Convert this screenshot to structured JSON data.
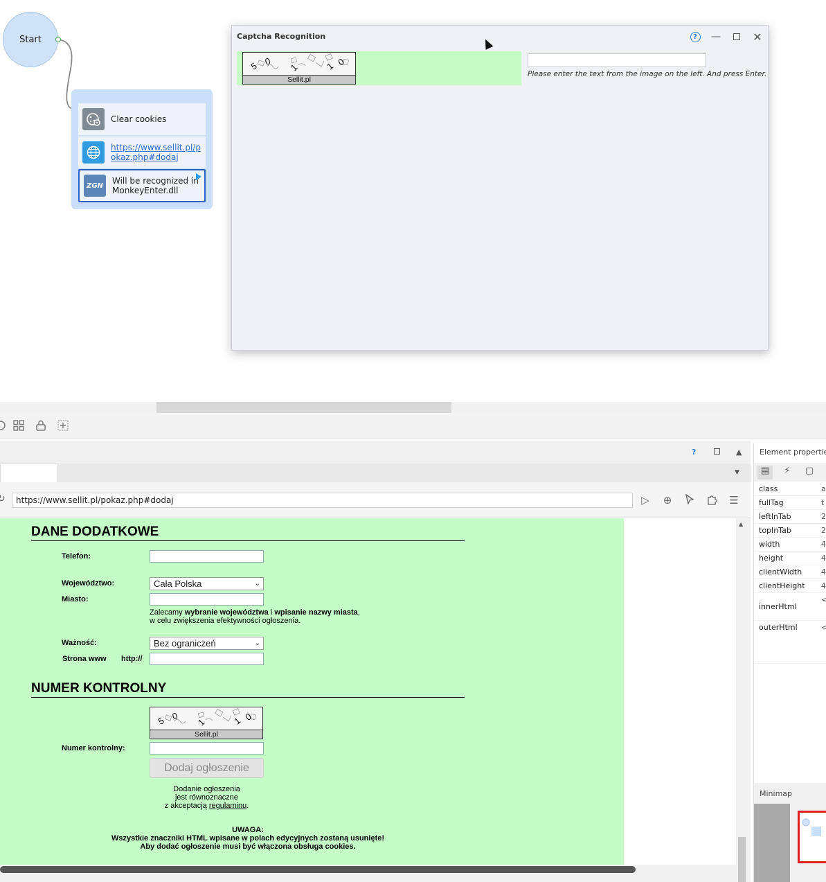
{
  "canvas": {
    "start_label": "Start",
    "actions": [
      {
        "label": "Clear cookies",
        "icon": "cookie-icon"
      },
      {
        "label": "https://www.sellit.pl/pokaz.php#dodaj",
        "icon": "globe-icon"
      },
      {
        "label": "Will be recognized in MonkeyEnter.dll",
        "icon": "captcha-icon",
        "icon_text": "ZGN"
      }
    ]
  },
  "dialog": {
    "title": "Captcha Recognition",
    "captcha_band": "Sellit.pl",
    "captcha_digits": [
      "5",
      "0",
      "1",
      "1",
      "0"
    ],
    "input_value": "",
    "hint": "Please enter the text from the image on the left. And press Enter."
  },
  "browser": {
    "url": "https://www.sellit.pl/pokaz.php#dodaj",
    "panel_help": "?",
    "page": {
      "section1_title": "DANE DODATKOWE",
      "telefon_label": "Telefon:",
      "wojewodztwo_label": "Województwo:",
      "wojewodztwo_value": "Cała Polska",
      "miasto_label": "Miasto:",
      "note_line1_pre": "Zalecamy ",
      "note_line1_b1": "wybranie województwa",
      "note_line1_mid": " i ",
      "note_line1_b2": "wpisanie nazwy miasta",
      "note_line1_post": ",",
      "note_line2": "w celu zwiększenia efektywności ogłoszenia.",
      "waznosc_label": "Ważność:",
      "waznosc_value": "Bez ograniczeń",
      "www_label": "Strona www",
      "www_prefix": "http://",
      "section2_title": "NUMER KONTROLNY",
      "captcha_band": "Sellit.pl",
      "numer_label": "Numer kontrolny:",
      "submit_label": "Dodaj ogłoszenie",
      "terms_line1": "Dodanie ogłoszenia",
      "terms_line2": "jest równoznaczne",
      "terms_line3_pre": "z akceptacją ",
      "terms_link": "regulaminu",
      "terms_line3_post": ".",
      "warn_title": "UWAGA:",
      "warn_line1": "Wszystkie znaczniki HTML wpisane w polach edycyjnych zostaną usunięte!",
      "warn_line2": "Aby dodać ogłoszenie musi być włączona obsługa cookies."
    }
  },
  "properties": {
    "title": "Element properties",
    "rows": [
      {
        "key": "class",
        "value": "a"
      },
      {
        "key": "fullTag",
        "value": "t"
      },
      {
        "key": "leftInTab",
        "value": "2"
      },
      {
        "key": "topInTab",
        "value": "2"
      },
      {
        "key": "width",
        "value": "4"
      },
      {
        "key": "height",
        "value": "4"
      },
      {
        "key": "clientWidth",
        "value": "4"
      },
      {
        "key": "clientHeight",
        "value": "4"
      },
      {
        "key": "innerHtml",
        "value": "<"
      },
      {
        "key": "outerHtml",
        "value": "<"
      }
    ]
  },
  "minimap": {
    "title": "Minimap"
  }
}
